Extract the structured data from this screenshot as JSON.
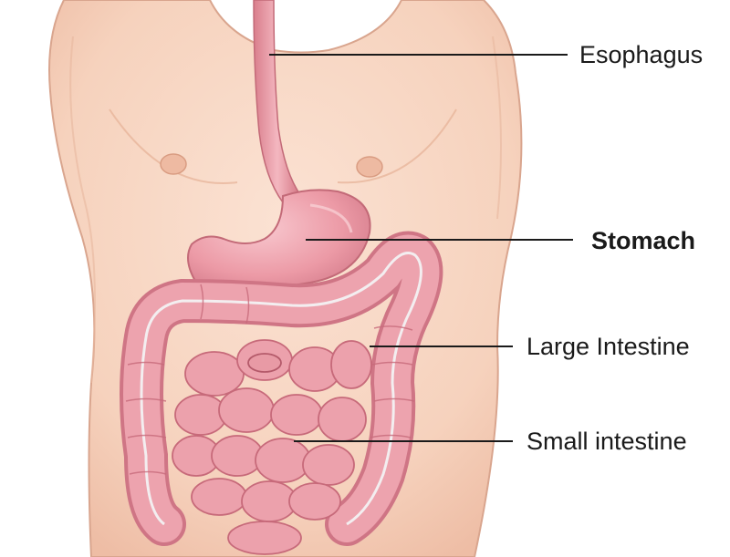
{
  "labels": {
    "esophagus": "Esophagus",
    "stomach": "Stomach",
    "large_intestine": "Large Intestine",
    "small_intestine": "Small intestine"
  },
  "colors": {
    "skin": "#f8d7c4",
    "skin_shadow": "#e8b8a0",
    "organ": "#ec9aa6",
    "organ_dark": "#c76a7a",
    "organ_light": "#f6c5cc",
    "stripe": "#f3eef0",
    "leader_line": "#1a1a1a"
  }
}
